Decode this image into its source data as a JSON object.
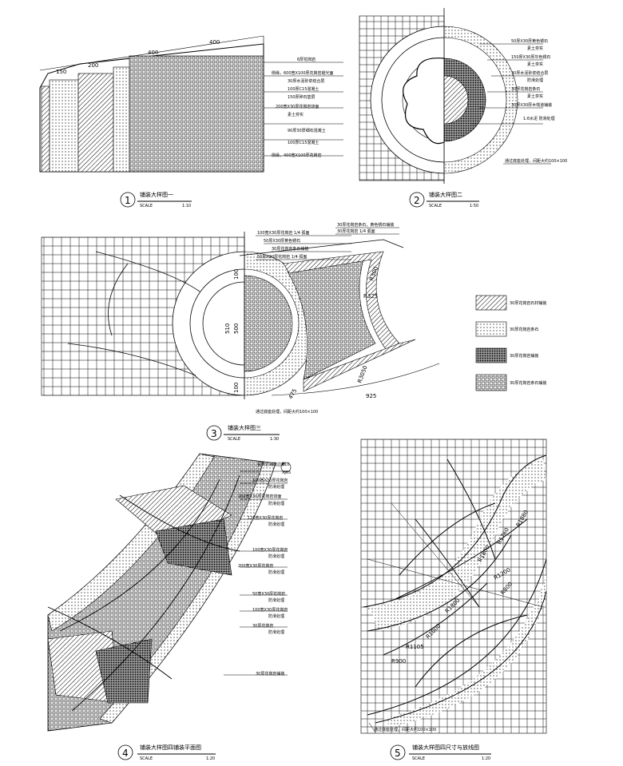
{
  "panels": {
    "p1": {
      "num": "1",
      "title": "铺装大样图一",
      "scale_word": "SCALE",
      "scale_val": "1:10",
      "dims": [
        "150",
        "200",
        "400",
        "400"
      ],
      "labels": [
        "6厚花岗岩",
        "侧缘，600宽X100厚花岗岩锯光面",
        "30厚水泥砂浆结合层",
        "100厚C15混凝土",
        "150厚碎石垫层",
        "200宽X30厚花岗岩烧面",
        "素土夯实",
        "90厚30厚细石混凝土",
        "100厚C15混凝土",
        "侧缘，400宽X100厚花岗岩"
      ]
    },
    "p2": {
      "num": "2",
      "title": "铺装大样图二",
      "scale_word": "SCALE",
      "scale_val": "1:50",
      "labels": [
        "50厚X30厚黄色锈石",
        "素土夯实",
        "150厚X30厚灰色锈石",
        "素土夯实",
        "30厚水泥砂浆结合层",
        "防滑处理",
        "30厚花岗岩条石",
        "素土夯实",
        "30厚X30厚木栈道铺装",
        "1:6水泥 防滑处理",
        "通过底座处理，间距大约100×100"
      ]
    },
    "p3": {
      "num": "3",
      "title": "铺装大样图三",
      "scale_word": "SCALE",
      "scale_val": "1:30",
      "labels": [
        "100宽X30厚花岗岩 1/4 弧面",
        "30厚花岗岩条石，黄色锈石铺装",
        "50厚X30厚黄色锈石",
        "30厚花岗岩 1/4 弧面",
        "30厚花岗岩条石铺装",
        "50厚X30厚花岗岩 1/4 弧面",
        "通过底座处理，间距大约100×100"
      ],
      "dims": [
        "R325",
        "R300",
        "R3050",
        "475",
        "925",
        "510",
        "500",
        "100",
        "100"
      ]
    },
    "p4": {
      "num": "4",
      "title": "铺装大样图四铺装平面图",
      "scale_word": "SCALE",
      "scale_val": "1:20",
      "labels": [
        "花岗岩铺装边带",
        "100宽X30厚花岗岩",
        "防滑处理",
        "200宽X30厚花岗岩烧面",
        "防滑处理",
        "120宽X30厚花岗岩",
        "防滑处理",
        "100宽X30厚花岗岩",
        "防滑处理",
        "200宽X30厚花岗岩",
        "防滑处理",
        "50宽X30厚花岗岩",
        "防滑处理",
        "100宽X30厚花岗岩",
        "防滑处理",
        "30厚花岗岩",
        "防滑处理",
        "30厚花岗岩铺装"
      ],
      "callout_top": "E10",
      "callout_bot": "XJ05"
    },
    "p5": {
      "num": "5",
      "title": "铺装大样图四尺寸与放线图",
      "scale_word": "SCALE",
      "scale_val": "1:20",
      "dims": [
        "R1880",
        "R1760",
        "R1800",
        "R1200",
        "R1105",
        "R900",
        "R1800",
        "R800",
        "R1000"
      ],
      "note": "通过底座处理，间距大约100×100"
    }
  },
  "legend": [
    {
      "label": "30厚花岗岩石材铺装",
      "pattern": "hatch"
    },
    {
      "label": "30厚花岗岩条石",
      "pattern": "dots"
    },
    {
      "label": "30厚花岗岩铺装",
      "pattern": "dense"
    },
    {
      "label": "30厚花岗岩条石铺装",
      "pattern": "squares"
    }
  ]
}
